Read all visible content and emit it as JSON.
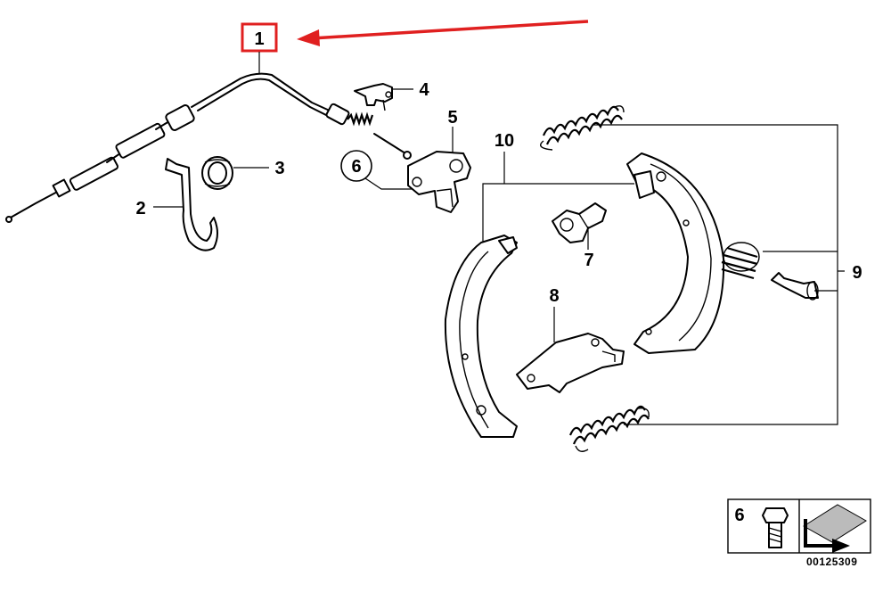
{
  "callouts": {
    "c1": "1",
    "c2": "2",
    "c3": "3",
    "c4": "4",
    "c5": "5",
    "c6": "6",
    "c7": "7",
    "c8": "8",
    "c9": "9",
    "c10": "10"
  },
  "legend_box": {
    "number": "6"
  },
  "reference_code": "00125309",
  "colors": {
    "highlight": "#e02020",
    "line": "#000000"
  }
}
